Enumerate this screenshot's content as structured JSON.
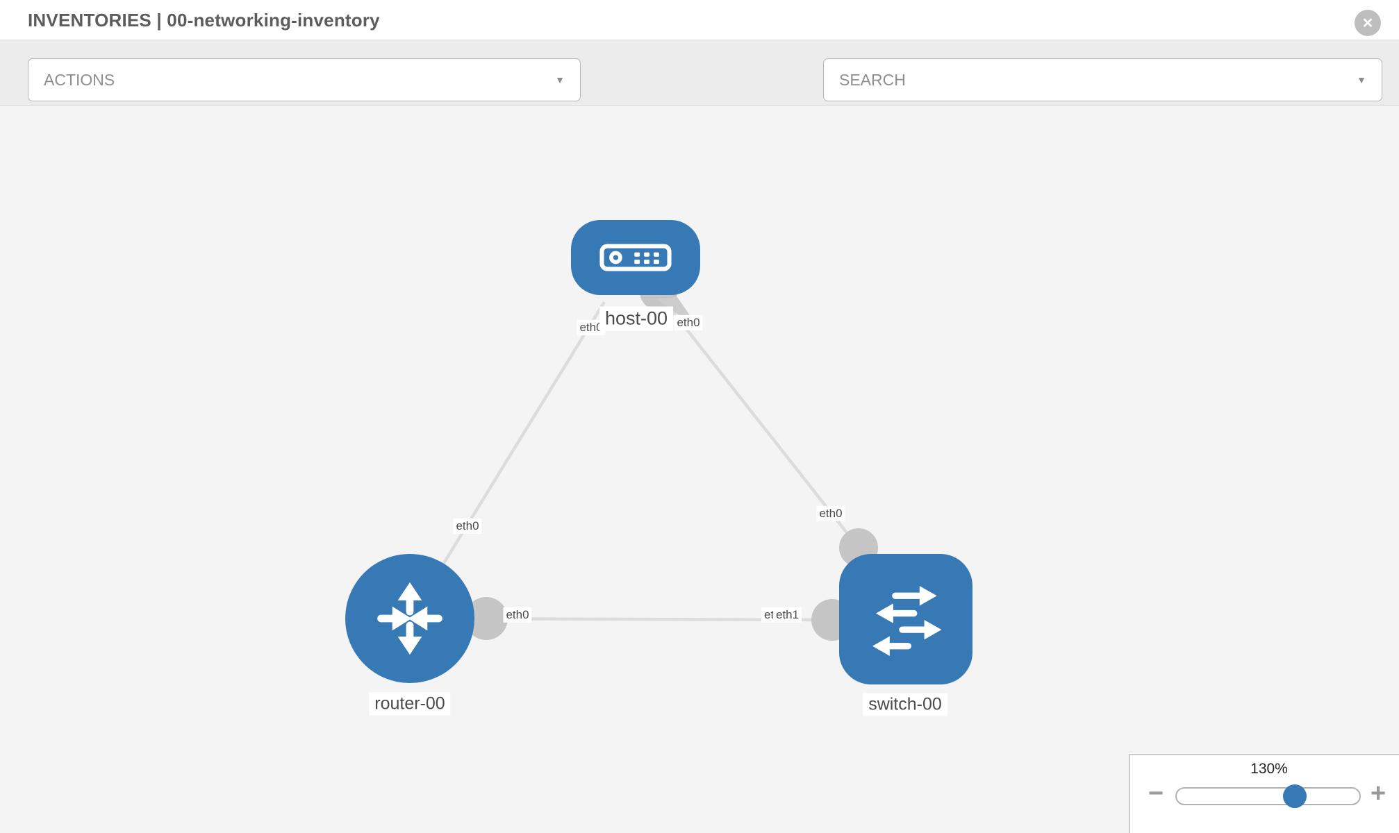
{
  "header": {
    "title": "INVENTORIES | 00-networking-inventory"
  },
  "toolbar": {
    "actions_label": "ACTIONS",
    "search_label": "SEARCH"
  },
  "icons": {
    "close_glyph": "✕",
    "caret_glyph": "▼"
  },
  "topology": {
    "nodes": [
      {
        "id": "host-00",
        "type": "host",
        "label": "host-00"
      },
      {
        "id": "router-00",
        "type": "router",
        "label": "router-00"
      },
      {
        "id": "switch-00",
        "type": "switch",
        "label": "switch-00"
      }
    ],
    "links": [
      {
        "from": "router-00",
        "to": "host-00",
        "from_interface": "eth0",
        "to_interface": "eth0"
      },
      {
        "from": "host-00",
        "to": "switch-00",
        "from_interface": "eth0",
        "to_interface": "eth0"
      },
      {
        "from": "router-00",
        "to": "switch-00",
        "from_interface": "eth0",
        "to_interface": "eth1",
        "to_interface_overlapped": "eth0"
      }
    ]
  },
  "zoom_control": {
    "level": "130%",
    "minus_label": "−",
    "plus_label": "+"
  },
  "colors": {
    "node_blue": "#3779b5",
    "link_gray": "#dcdcdc",
    "port_gray": "#c5c5c5",
    "toolbar_gray": "#ececec",
    "canvas_gray": "#f4f4f4"
  }
}
